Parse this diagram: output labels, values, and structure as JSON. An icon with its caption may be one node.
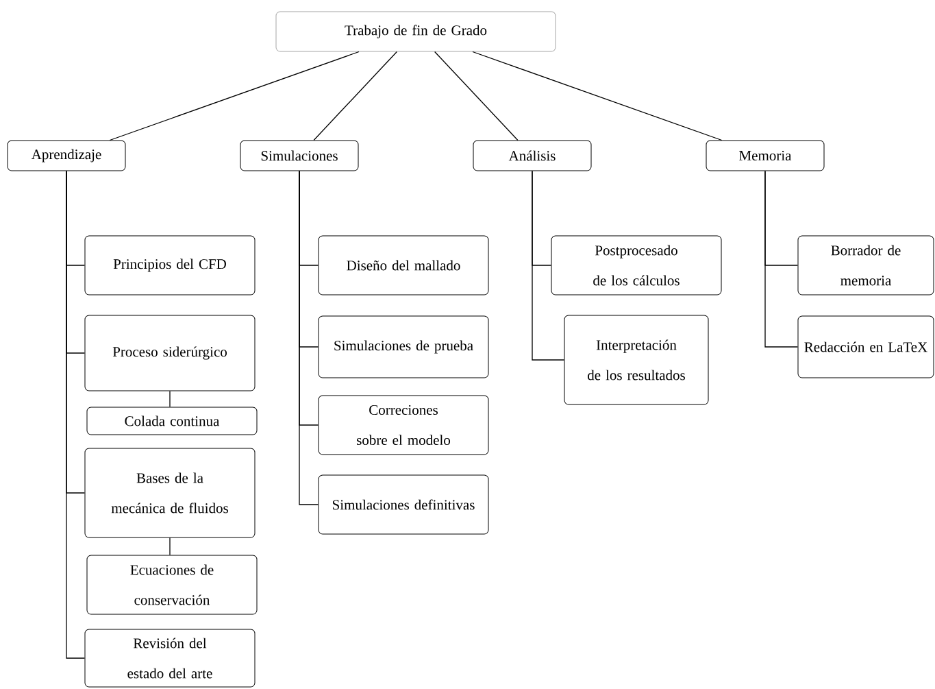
{
  "diagram": {
    "nodes": [
      {
        "text": [
          "Trabajo de fin de Grado"
        ]
      },
      {
        "text": [
          "Aprendizaje"
        ]
      },
      {
        "text": [
          "Simulaciones"
        ]
      },
      {
        "text": [
          "Análisis"
        ]
      },
      {
        "text": [
          "Memoria"
        ]
      },
      {
        "text": [
          "Principios del CFD"
        ]
      },
      {
        "text": [
          "Proceso siderúrgico"
        ]
      },
      {
        "text": [
          "Colada continua"
        ]
      },
      {
        "text": [
          "Bases de la mecánica de fluidos"
        ]
      },
      {
        "text": [
          "Ecuaciones de conservación"
        ]
      },
      {
        "text": [
          "Revisión del estado del arte"
        ]
      },
      {
        "text": [
          "Diseño del mallado"
        ]
      },
      {
        "text": [
          "Simulaciones de prueba"
        ]
      },
      {
        "text": [
          "Correciones sobre el modelo"
        ]
      },
      {
        "text": [
          "Simulaciones definitivas"
        ]
      },
      {
        "text": [
          "Postprocesado de los cálculos"
        ]
      },
      {
        "text": [
          "Interpretación de los resultados"
        ]
      },
      {
        "text": [
          "Borrador de memoria"
        ]
      },
      {
        "text": [
          "Redacción en LaTeX"
        ]
      }
    ],
    "edges": [
      {
        "from": 0,
        "to": 1,
        "arrow": "none"
      },
      {
        "from": 0,
        "to": 2,
        "arrow": "none"
      },
      {
        "from": 0,
        "to": 3,
        "arrow": "none"
      },
      {
        "from": 0,
        "to": 4,
        "arrow": "none"
      },
      {
        "from": 1,
        "to": 5,
        "arrow": "none"
      },
      {
        "from": 1,
        "to": 6,
        "arrow": "none"
      },
      {
        "from": 6,
        "to": 7,
        "arrow": "none"
      },
      {
        "from": 1,
        "to": 8,
        "arrow": "none"
      },
      {
        "from": 8,
        "to": 9,
        "arrow": "none"
      },
      {
        "from": 1,
        "to": 10,
        "arrow": "none"
      },
      {
        "from": 2,
        "to": 11,
        "arrow": "none"
      },
      {
        "from": 2,
        "to": 12,
        "arrow": "none"
      },
      {
        "from": 2,
        "to": 13,
        "arrow": "none"
      },
      {
        "from": 2,
        "to": 14,
        "arrow": "none"
      },
      {
        "from": 3,
        "to": 15,
        "arrow": "none"
      },
      {
        "from": 3,
        "to": 16,
        "arrow": "none"
      },
      {
        "from": 4,
        "to": 17,
        "arrow": "none"
      },
      {
        "from": 4,
        "to": 18,
        "arrow": "none"
      }
    ]
  }
}
